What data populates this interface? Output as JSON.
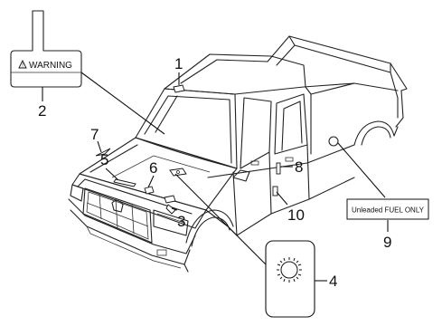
{
  "callouts": [
    {
      "id": "1",
      "label": "1"
    },
    {
      "id": "2",
      "label": "2"
    },
    {
      "id": "3",
      "label": "3"
    },
    {
      "id": "4",
      "label": "4"
    },
    {
      "id": "5",
      "label": "5"
    },
    {
      "id": "6",
      "label": "6"
    },
    {
      "id": "7",
      "label": "7"
    },
    {
      "id": "8",
      "label": "8"
    },
    {
      "id": "9",
      "label": "9"
    },
    {
      "id": "10",
      "label": "10"
    }
  ],
  "warning_label": {
    "text": "WARNING",
    "icon": "warning-triangle-icon"
  },
  "fuel_label": {
    "text": "Unleaded FUEL ONLY"
  },
  "sun_label": {
    "icon": "sun-icon"
  }
}
